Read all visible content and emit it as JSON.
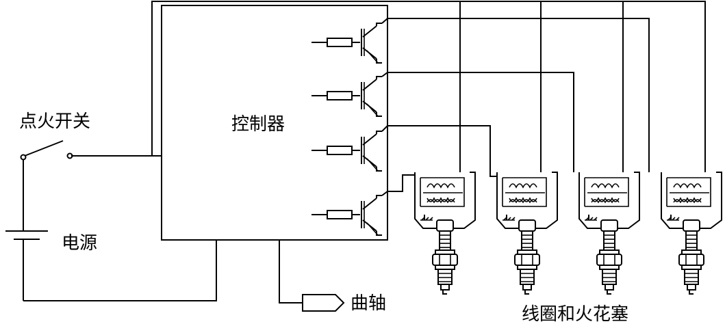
{
  "labels": {
    "ignition_switch": "点火开关",
    "controller": "控制器",
    "power_source": "电源",
    "crankshaft": "曲轴",
    "coils_and_plugs": "线圈和火花塞"
  },
  "colors": {
    "line": "#000000",
    "background": "#ffffff"
  }
}
